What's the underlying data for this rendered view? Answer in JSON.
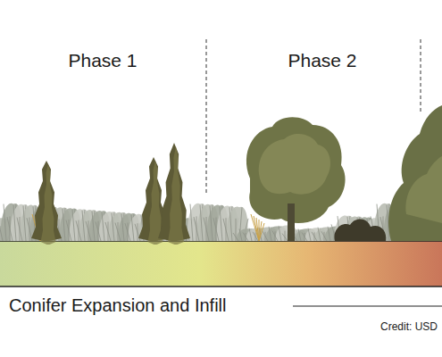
{
  "diagram": {
    "labels": [
      "Phase 1",
      "Phase 2",
      "Conifer Expansion and Infill",
      "Credit: USD"
    ]
  }
}
